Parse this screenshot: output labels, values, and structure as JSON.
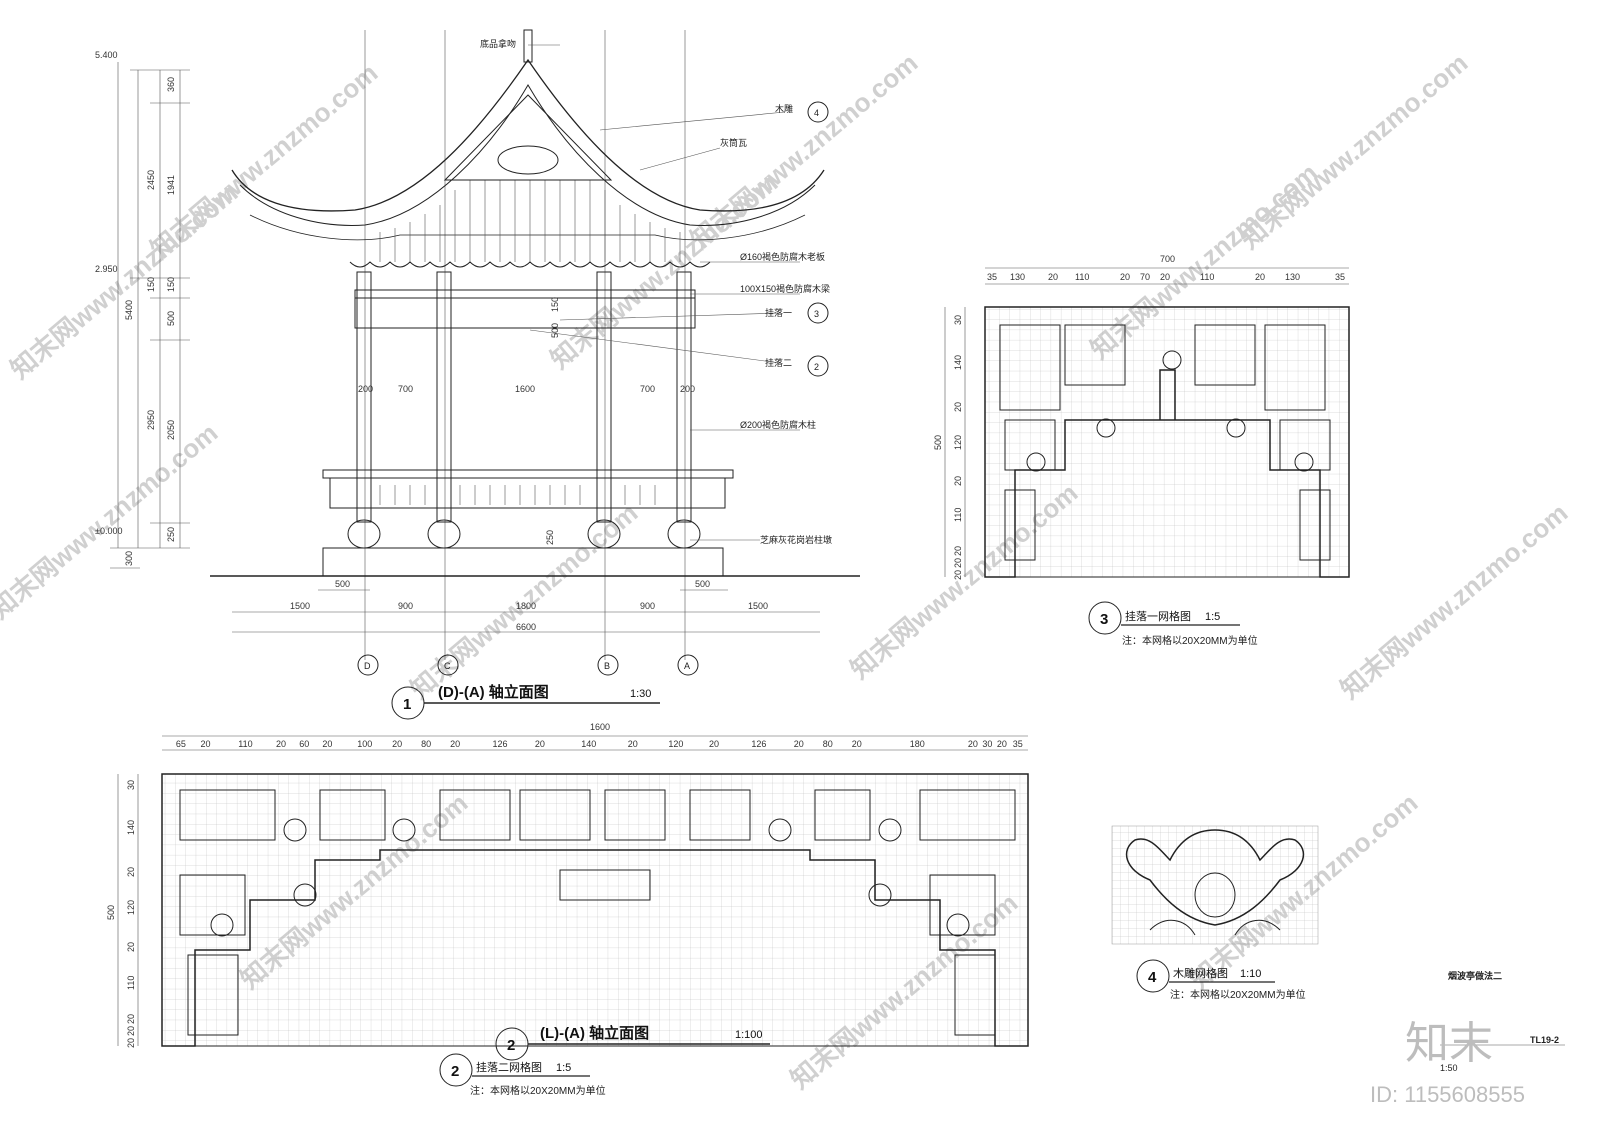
{
  "elevation": {
    "levels": [
      "5.400",
      "2.950",
      "±0.000"
    ],
    "left_dims_outer": [
      "360",
      "2450",
      "1941",
      "150",
      "150",
      "5400",
      "500",
      "2950",
      "2050",
      "250",
      "300"
    ],
    "top_label": "底品拿吻",
    "callouts": [
      "木雕",
      "灰筒瓦",
      "Ø160褐色防腐木老板",
      "100X150褐色防腐木梁",
      "挂落一",
      "挂落二",
      "Ø200褐色防腐木柱",
      "芝麻灰花岗岩柱墩"
    ],
    "callout_refs": [
      "4",
      "3",
      "2"
    ],
    "inner_dims": [
      "200",
      "700",
      "1600",
      "700",
      "200",
      "150",
      "500"
    ],
    "bottom_dims_1": [
      "500",
      "500"
    ],
    "bottom_dims_2": [
      "1500",
      "900",
      "1800",
      "900",
      "1500"
    ],
    "bottom_total": "6600",
    "axes": [
      "D",
      "C",
      "B",
      "A"
    ],
    "base_dim": "250",
    "title_num": "1",
    "title": "(D)-(A) 轴立面图",
    "scale": "1:30"
  },
  "panel3": {
    "top_total": "700",
    "top_dims": [
      "35",
      "130",
      "20",
      "110",
      "20",
      "70",
      "20",
      "110",
      "20",
      "130",
      "35"
    ],
    "left_dims": [
      "30",
      "140",
      "20",
      "120",
      "20",
      "110",
      "20",
      "20",
      "20"
    ],
    "height": "500",
    "title_num": "3",
    "title": "挂落一网格图",
    "scale": "1:5",
    "note": "注：本网格以20X20MM为单位"
  },
  "panel2": {
    "top_total": "1600",
    "top_dims": [
      "65",
      "20",
      "110",
      "20",
      "60",
      "20",
      "100",
      "20",
      "80",
      "20",
      "126",
      "20",
      "140",
      "20",
      "120",
      "20",
      "126",
      "20",
      "80",
      "20",
      "180",
      "20",
      "30",
      "20",
      "35"
    ],
    "left_dims": [
      "30",
      "140",
      "20",
      "120",
      "20",
      "110",
      "20",
      "20",
      "20"
    ],
    "height": "500",
    "title_num_a": "2",
    "title": "(L)-(A) 轴立面图",
    "scale": "1:100",
    "title_num_b": "2",
    "sub_title": "挂落二网格图",
    "sub_scale": "1:5",
    "note": "注：本网格以20X20MM为单位"
  },
  "panel4": {
    "title_num": "4",
    "title": "木雕网格图",
    "scale": "1:10",
    "note": "注：本网格以20X20MM为单位"
  },
  "sheet": {
    "name": "烟波亭做法二",
    "code": "TL19-2",
    "scale": "1:50"
  },
  "watermark": {
    "text": "知末网www.znzmo.com",
    "logo": "知末",
    "id": "ID: 1155608555"
  },
  "colors": {
    "line": "#222222",
    "grid": "#bbbbbb",
    "watermark": "#d0d0d0"
  }
}
